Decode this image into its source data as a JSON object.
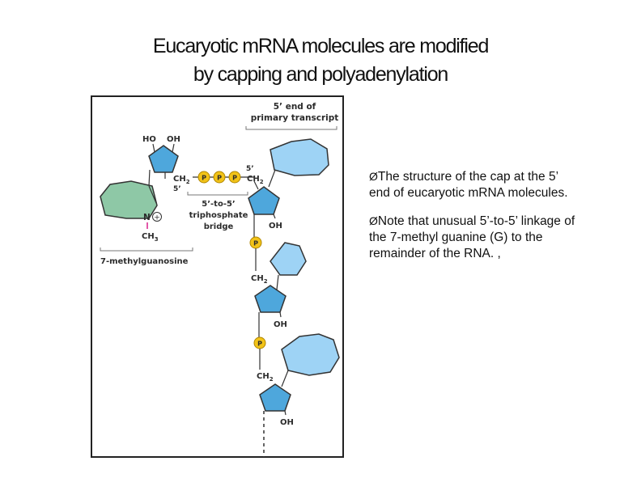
{
  "title": {
    "line1": "Eucaryotic mRNA molecules are modified",
    "line2": "by capping and polyadenylation"
  },
  "figure": {
    "header_line1": "5’ end of",
    "header_line2": "primary transcript",
    "sugar_ho": "HO",
    "sugar_oh_top": "OH",
    "ch2_left": "CH",
    "five_prime_left": "5’",
    "phosphate": "P",
    "ch2_right": "CH",
    "five_prime_right": "5’",
    "nitrogen": "N",
    "methyl": "CH",
    "bridge_line1": "5’-to-5’",
    "bridge_line2": "triphosphate",
    "bridge_line3": "bridge",
    "oh": "OH",
    "methylguanosine": "7-methylguanosine",
    "ch2": "CH",
    "subscript_2": "2",
    "subscript_3": "3",
    "colors": {
      "guanine_ring": "#8ec8a6",
      "pentose": "#4ea7dc",
      "base_blue": "#9ed3f5",
      "phosphate": "#f2c318",
      "methyl": "#d8208a"
    }
  },
  "bullets": [
    {
      "marker": "Ø",
      "text": "The structure of the cap at the 5’ end of eucaryotic mRNA molecules."
    },
    {
      "marker": "Ø",
      "text": "Note that unusual 5’-to-5’ linkage of the 7-methyl guanine (G) to the remainder of the RNA. ,"
    }
  ]
}
